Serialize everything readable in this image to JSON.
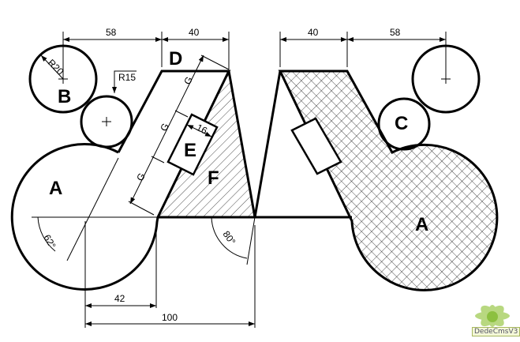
{
  "labels": {
    "A": "A",
    "B": "B",
    "C": "C",
    "D": "D",
    "E": "E",
    "F": "F",
    "G": "G"
  },
  "dimensions": {
    "left_58": "58",
    "left_40": "40",
    "right_40": "40",
    "right_58": "58",
    "r20": "R20",
    "r15": "R15",
    "width_16": "16",
    "dim_42": "42",
    "dim_100": "100",
    "angle_62": "62°",
    "angle_80": "80°"
  },
  "watermark": "DedeCmsV3"
}
